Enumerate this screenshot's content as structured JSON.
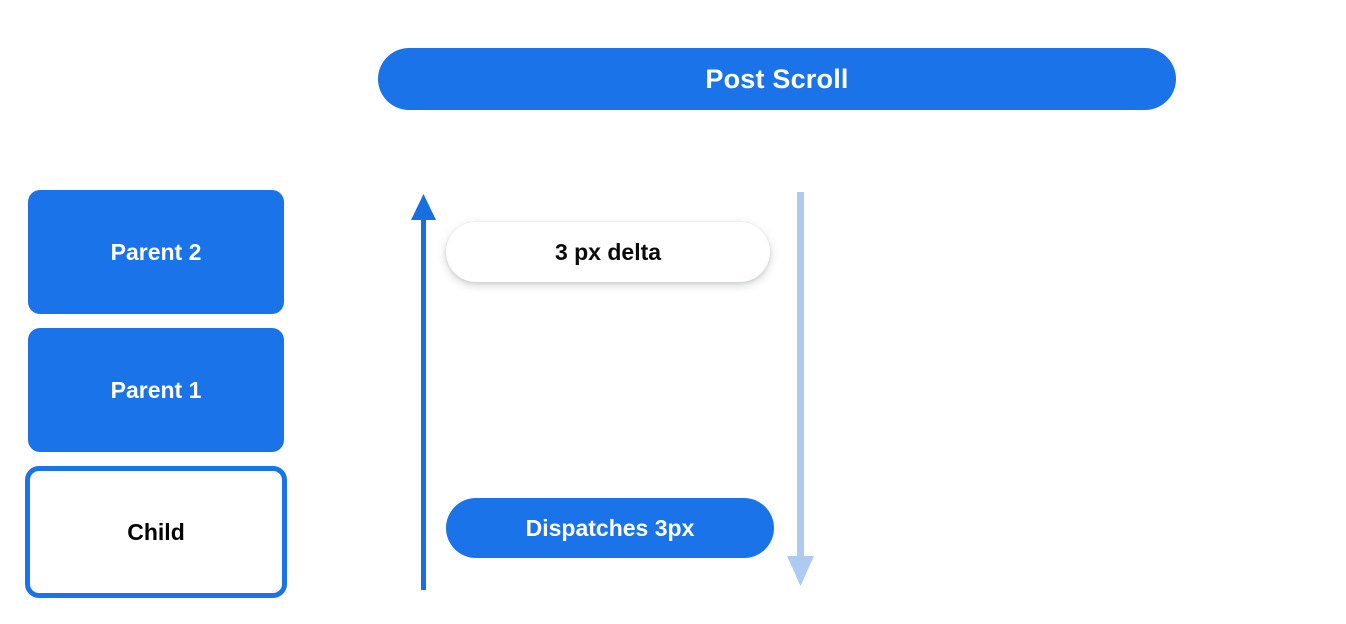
{
  "diagram": {
    "title": "Post Scroll",
    "background_color": "#ffffff",
    "accent_color": "#1a73e8",
    "muted_arrow_color": "#aecaf2",
    "nodes": [
      {
        "label": "Parent 2",
        "style": "filled"
      },
      {
        "label": "Parent 1",
        "style": "filled"
      },
      {
        "label": "Child",
        "style": "outlined"
      }
    ],
    "arrows": [
      {
        "name": "scroll-up-arrow",
        "direction": "up",
        "color": "#1a6fe0"
      },
      {
        "name": "scroll-down-arrow",
        "direction": "down",
        "color": "#aecaf2"
      }
    ],
    "chips": [
      {
        "label": "3 px delta",
        "style": "white"
      },
      {
        "label": "Dispatches 3px",
        "style": "blue"
      }
    ]
  }
}
